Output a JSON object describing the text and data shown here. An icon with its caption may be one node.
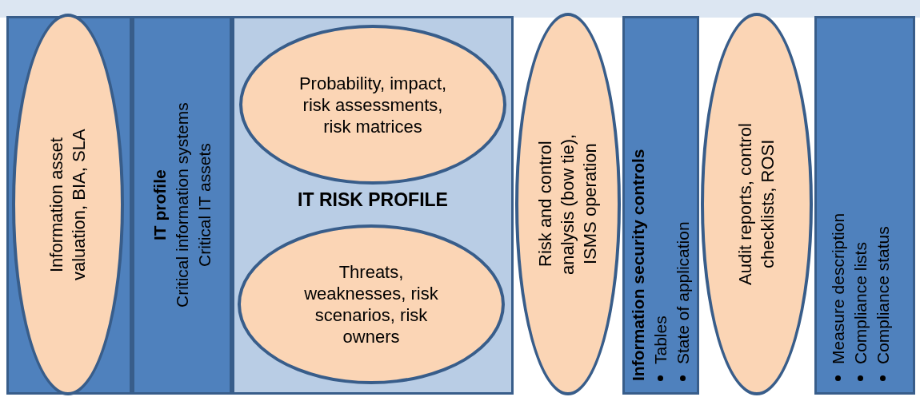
{
  "diagram": {
    "nodes": [
      {
        "text": [],
        "shape": "box"
      },
      {
        "text": [
          "Information asset valuation, BIA, SLA"
        ],
        "in": 0
      },
      {
        "text": [
          "IT profile",
          "Critical information systems",
          "Critical IT assets"
        ]
      },
      {
        "text": [
          "IT RISK PROFILE"
        ]
      },
      {
        "text": [
          "Probability, impact, risk assessments, risk matrices"
        ],
        "in": 3
      },
      {
        "text": [
          "Threats, weaknesses, risk scenarios, risk owners"
        ],
        "in": 3
      },
      {
        "text": [
          "Risk and control analysis (bow tie), ISMS operation"
        ]
      },
      {
        "text": [
          "Information security controls",
          "Tables",
          "State of application"
        ]
      },
      {
        "text": [
          "Measure description",
          "Compliance lists",
          "Compliance status"
        ]
      },
      {
        "text": [
          "Audit reports, control checklists, ROSI"
        ]
      }
    ]
  }
}
